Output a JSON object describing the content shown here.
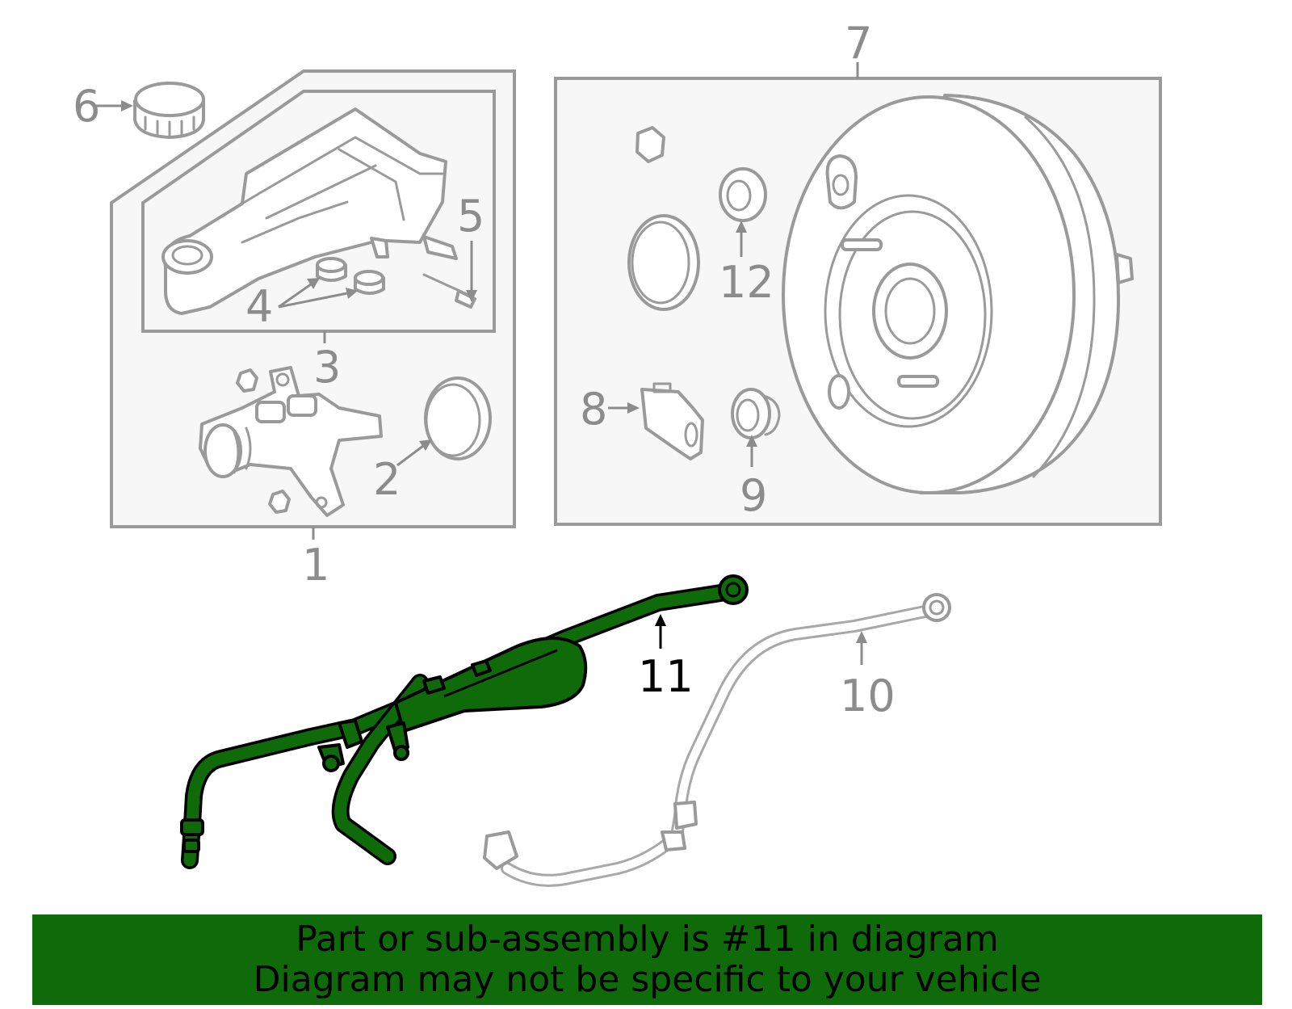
{
  "callouts": {
    "c1": "1",
    "c2": "2",
    "c3": "3",
    "c4": "4",
    "c5": "5",
    "c6": "6",
    "c7": "7",
    "c8": "8",
    "c9": "9",
    "c10": "10",
    "c11": "11",
    "c12": "12"
  },
  "banner": {
    "line1": "Part or sub-assembly is #11 in diagram",
    "line2": "Diagram may not be specific to your vehicle"
  },
  "colors": {
    "highlight": "#0f6b0a",
    "outline": "#9a9a9a",
    "frame_fill": "#f7f7f7"
  }
}
